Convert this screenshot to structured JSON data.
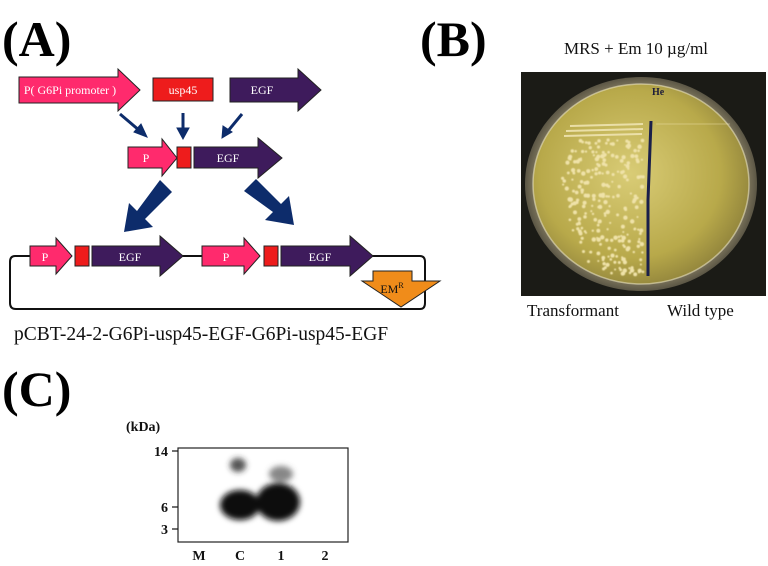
{
  "panels": {
    "a": {
      "letter": "(A)",
      "promoter_label": "P( G6Pi promoter )",
      "signal_label": "usp45",
      "gene_label": "EGF",
      "fused_promoter": "P",
      "fused_gene": "EGF",
      "plasmid_promoter_1": "P",
      "plasmid_gene_1": "EGF",
      "plasmid_promoter_2": "P",
      "plasmid_gene_2": "EGF",
      "marker_base": "EM",
      "marker_sup": "R",
      "plasmid_name": "pCBT-24-2-G6Pi-usp45-EGF-G6Pi-usp45-EGF"
    },
    "b": {
      "letter": "(B)",
      "medium": "MRS + Em 10 µg/ml",
      "plate_mark": "He",
      "left_label": "Transformant",
      "right_label": "Wild type"
    },
    "c": {
      "letter": "(C)",
      "unit": "(kDa)",
      "markers": [
        "14",
        "6",
        "3"
      ],
      "lanes": [
        "M",
        "C",
        "1",
        "2"
      ]
    }
  },
  "colors": {
    "promoter": "#ff2a6d",
    "signal": "#ee1c1c",
    "gene": "#3e1b5c",
    "arrow": "#0d2c6b",
    "marker": "#f08c1a",
    "plate_bg": "#1b1b16",
    "agar": "#c6b85a"
  }
}
